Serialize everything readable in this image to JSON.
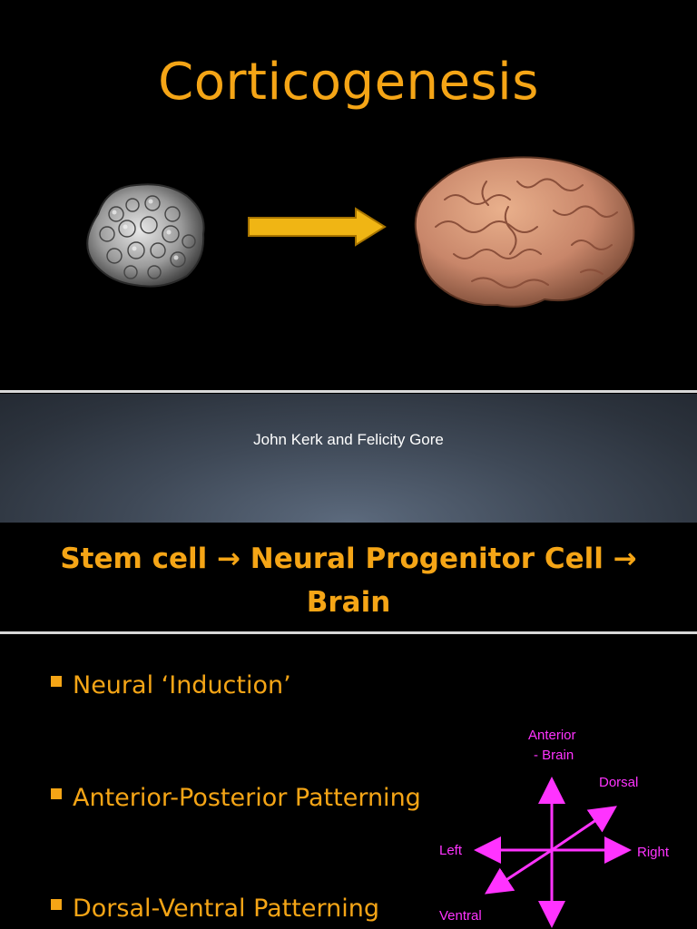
{
  "slide1": {
    "title": "Corticogenesis",
    "authors": "John Kerk and Felicity Gore"
  },
  "slide2": {
    "heading_line1": "Stem cell → Neural Progenitor Cell →",
    "heading_line2": "Brain",
    "bullets": [
      "Neural ‘Induction’",
      "Anterior-Posterior Patterning",
      "Dorsal-Ventral Patterning"
    ],
    "axes": {
      "anterior_line1": "Anterior",
      "anterior_line2": "- Brain",
      "dorsal": "Dorsal",
      "left": "Left",
      "right": "Right",
      "ventral": "Ventral"
    }
  },
  "colors": {
    "accent": "#f5a516",
    "axis": "#ff33ff",
    "background": "#000000"
  },
  "icons": [
    "stem-cell-image",
    "right-arrow-icon",
    "brain-image"
  ]
}
